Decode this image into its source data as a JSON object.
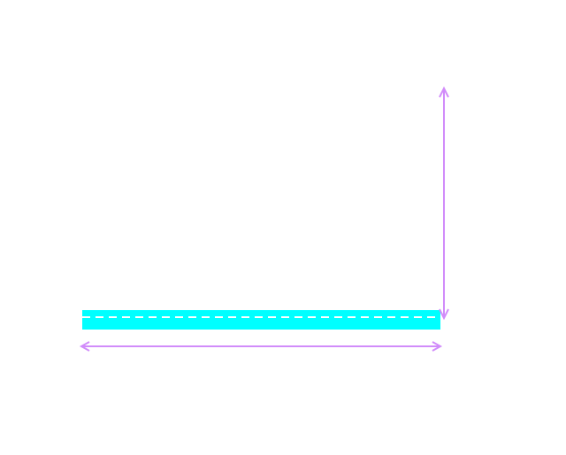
{
  "colors": {
    "background": "#ffffff",
    "road": "#00ffff",
    "lane_marking": "#ffffff",
    "dimension_arrow": "#d18cfa"
  },
  "elements": {
    "road": {
      "type": "road-strip",
      "marking": "dashed-center-line"
    },
    "horizontal_dimension": {
      "type": "double-headed-arrow"
    },
    "vertical_dimension": {
      "type": "double-headed-arrow"
    }
  }
}
